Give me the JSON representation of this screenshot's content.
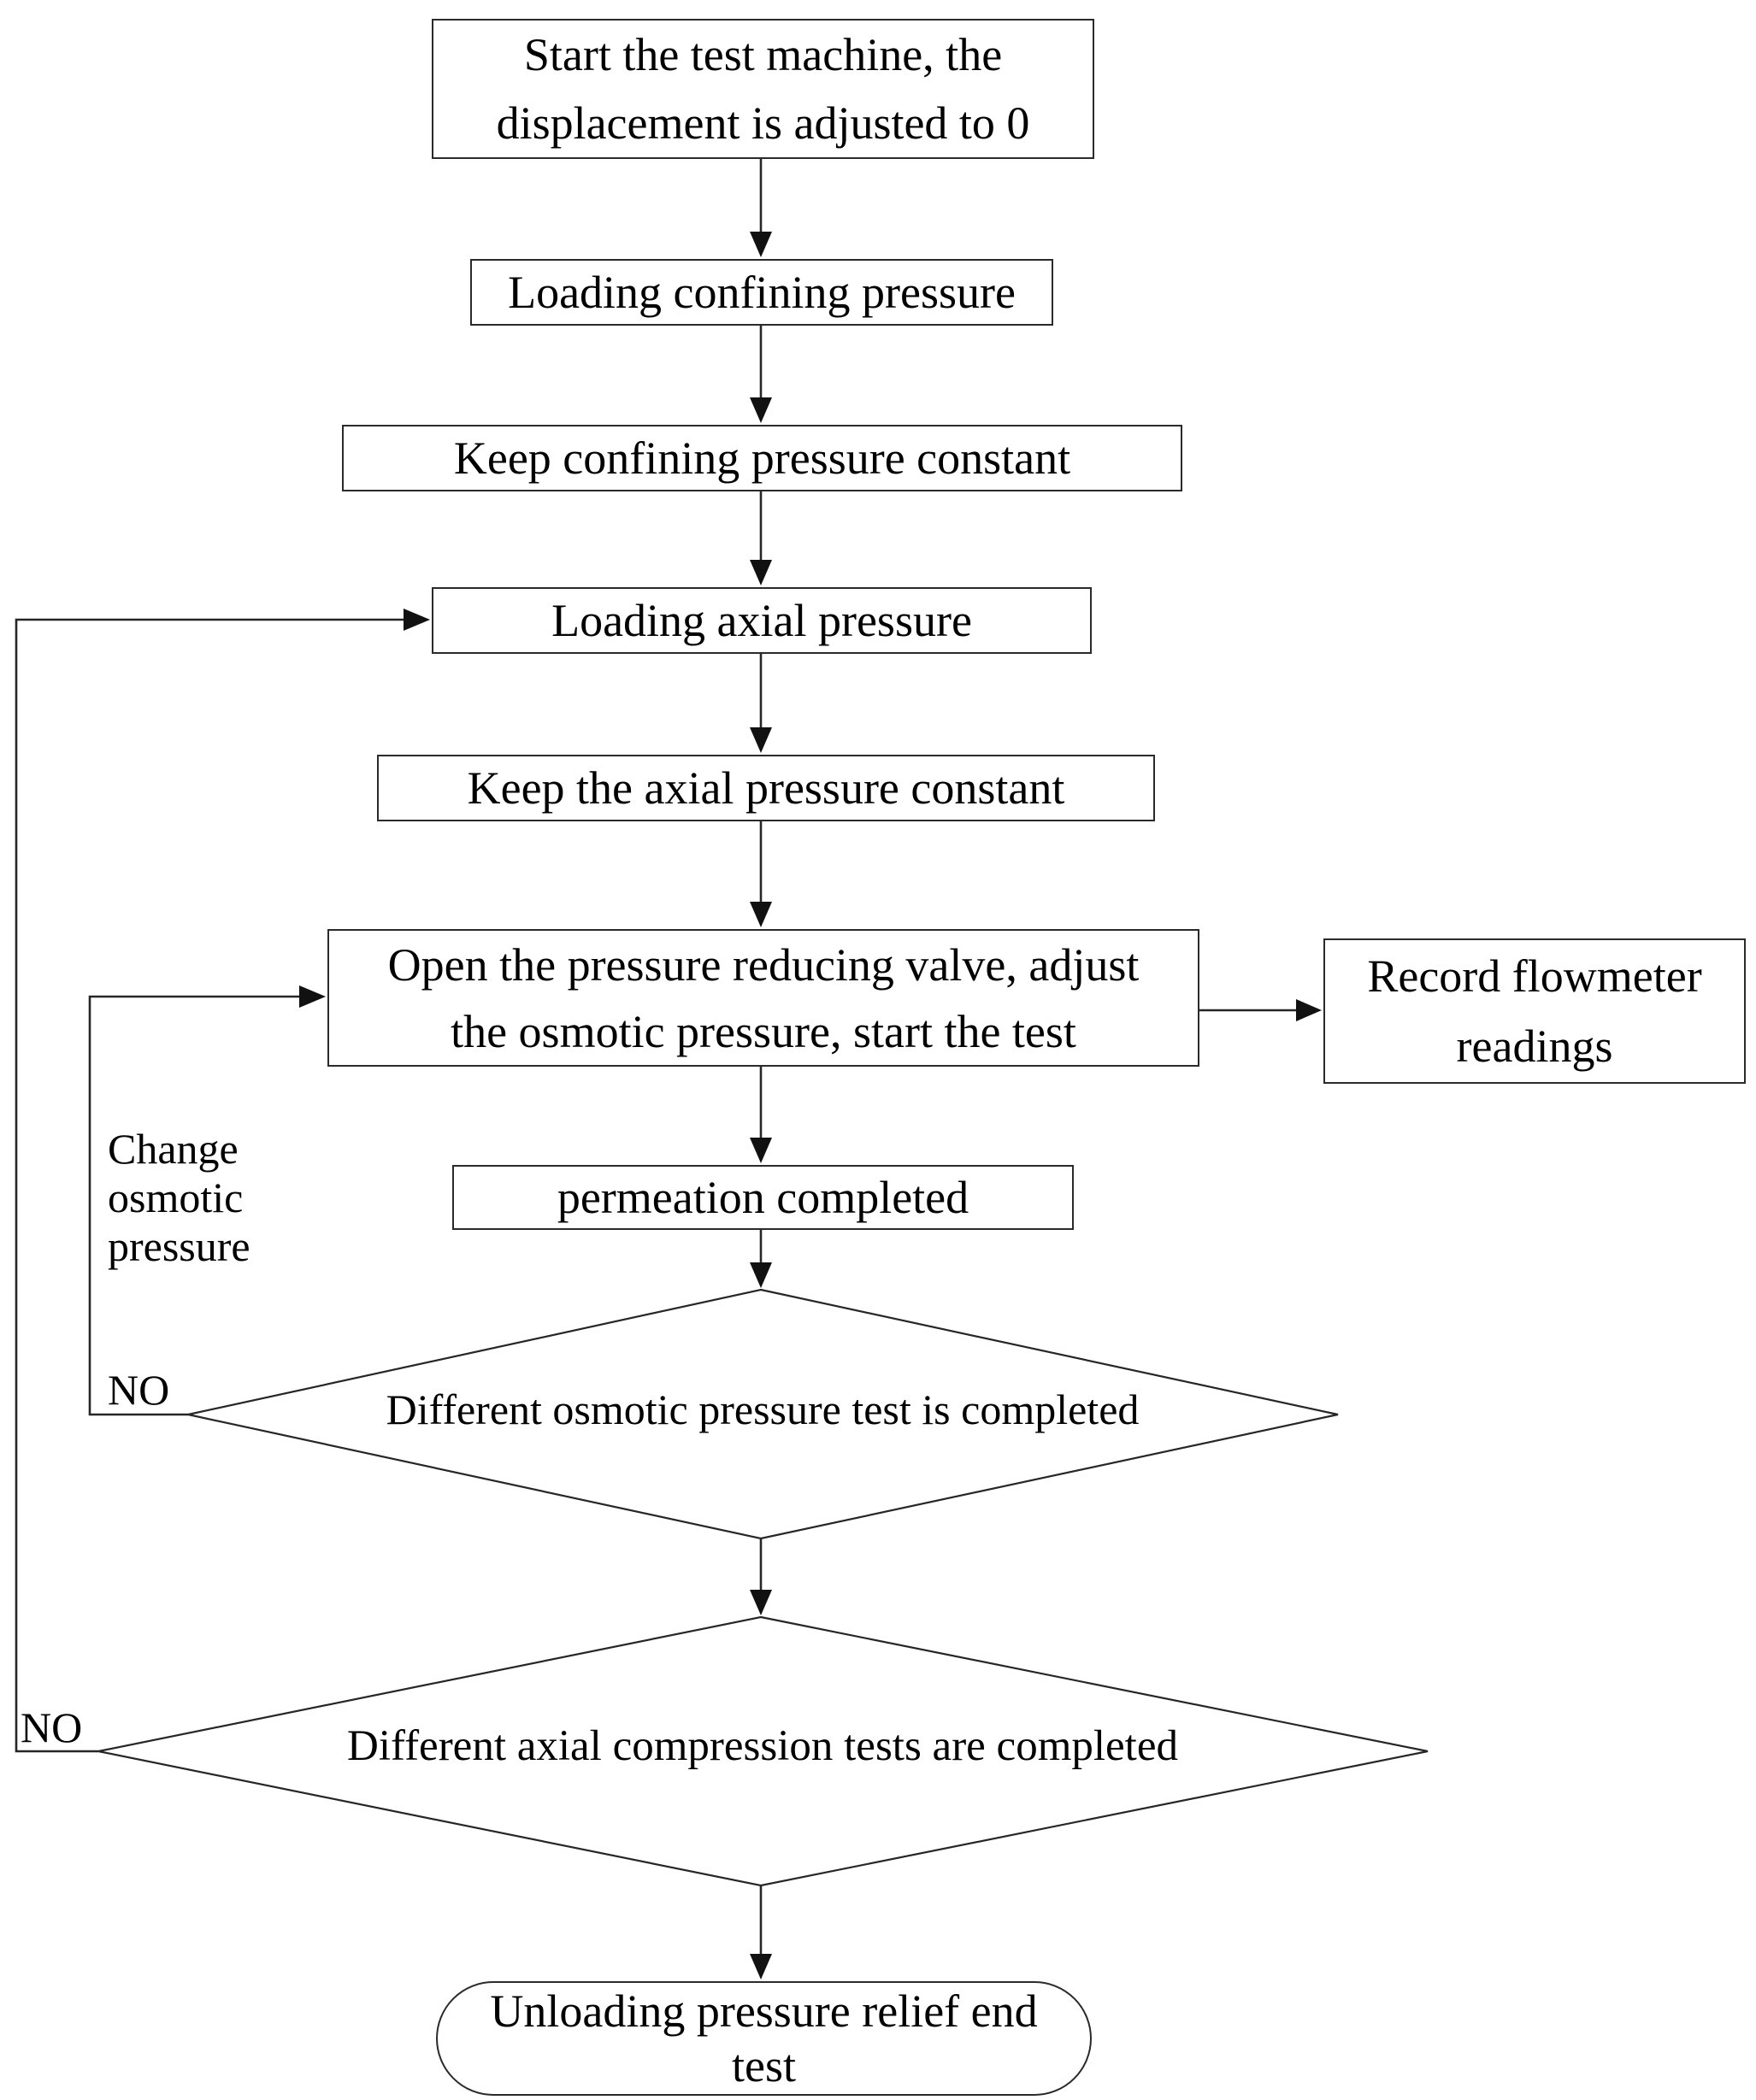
{
  "colors": {
    "background": "#ffffff",
    "line": "#262626",
    "text": "#000000"
  },
  "nodes": {
    "start": {
      "lines": [
        "Start the test machine, the",
        "displacement is adjusted to 0"
      ]
    },
    "load_confining": {
      "lines": [
        "Loading confining pressure"
      ]
    },
    "keep_confining": {
      "lines": [
        "Keep confining pressure constant"
      ]
    },
    "load_axial": {
      "lines": [
        "Loading axial pressure"
      ]
    },
    "keep_axial": {
      "lines": [
        "Keep the axial pressure constant"
      ]
    },
    "open_valve": {
      "lines": [
        "Open the pressure reducing valve, adjust",
        "the osmotic pressure, start the test"
      ]
    },
    "record_flowmeter": {
      "lines": [
        "Record flowmeter",
        "readings"
      ]
    },
    "permeation": {
      "lines": [
        "permeation completed"
      ]
    },
    "decision_osmotic": {
      "label": "Different osmotic pressure test is completed"
    },
    "decision_axial": {
      "label": "Different axial compression tests are completed"
    },
    "end": {
      "lines": [
        "Unloading pressure relief end",
        "test"
      ]
    }
  },
  "labels": {
    "change_osmotic": {
      "lines": [
        "Change",
        "osmotic",
        "pressure"
      ]
    },
    "no_osmotic": "NO",
    "no_axial": "NO"
  }
}
